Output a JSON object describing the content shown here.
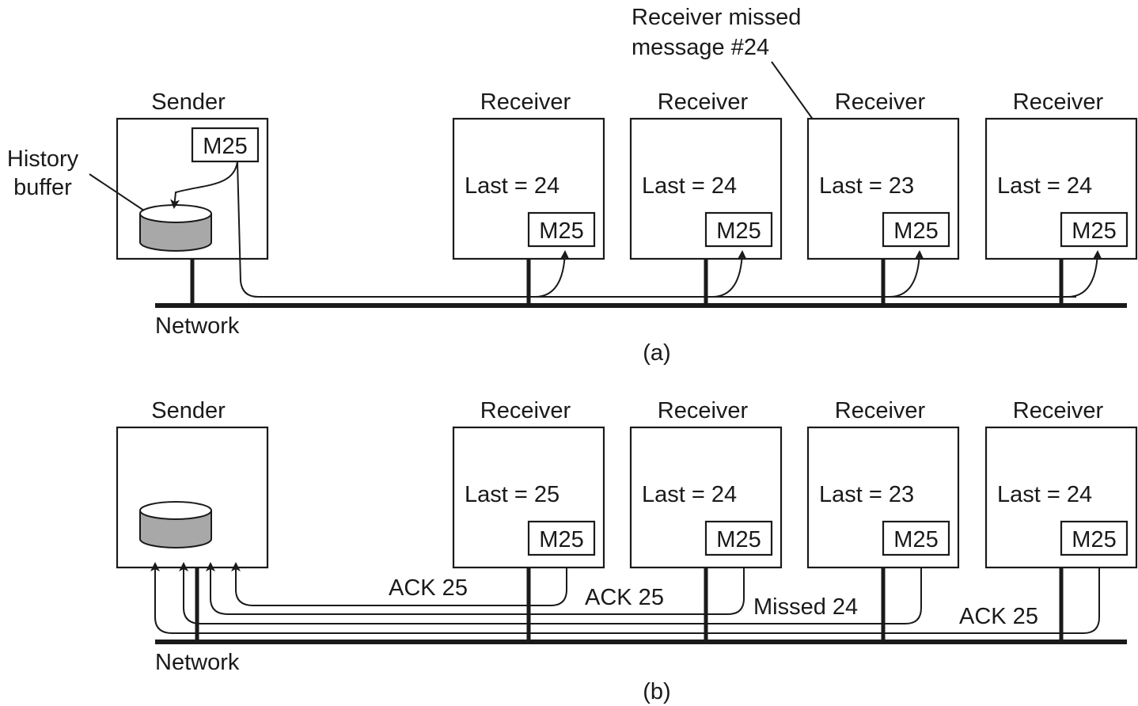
{
  "panel_a": {
    "caption": "(a)",
    "sender": {
      "label": "Sender",
      "message": "M25"
    },
    "history_label_1": "History",
    "history_label_2": "buffer",
    "annotation_1": "Receiver missed",
    "annotation_2": "message #24",
    "network_label": "Network",
    "receivers": [
      {
        "label": "Receiver",
        "last": "Last = 24",
        "message": "M25"
      },
      {
        "label": "Receiver",
        "last": "Last = 24",
        "message": "M25"
      },
      {
        "label": "Receiver",
        "last": "Last = 23",
        "message": "M25"
      },
      {
        "label": "Receiver",
        "last": "Last = 24",
        "message": "M25"
      }
    ]
  },
  "panel_b": {
    "caption": "(b)",
    "sender": {
      "label": "Sender"
    },
    "network_label": "Network",
    "receivers": [
      {
        "label": "Receiver",
        "last": "Last = 25",
        "message": "M25",
        "reply": "ACK 25"
      },
      {
        "label": "Receiver",
        "last": "Last = 24",
        "message": "M25",
        "reply": "ACK 25"
      },
      {
        "label": "Receiver",
        "last": "Last = 23",
        "message": "M25",
        "reply": "Missed 24"
      },
      {
        "label": "Receiver",
        "last": "Last = 24",
        "message": "M25",
        "reply": "ACK 25"
      }
    ]
  },
  "colors": {
    "ink": "#1a1a1a",
    "cylinder_fill": "#a8a8a8",
    "cylinder_top": "#ffffff"
  }
}
